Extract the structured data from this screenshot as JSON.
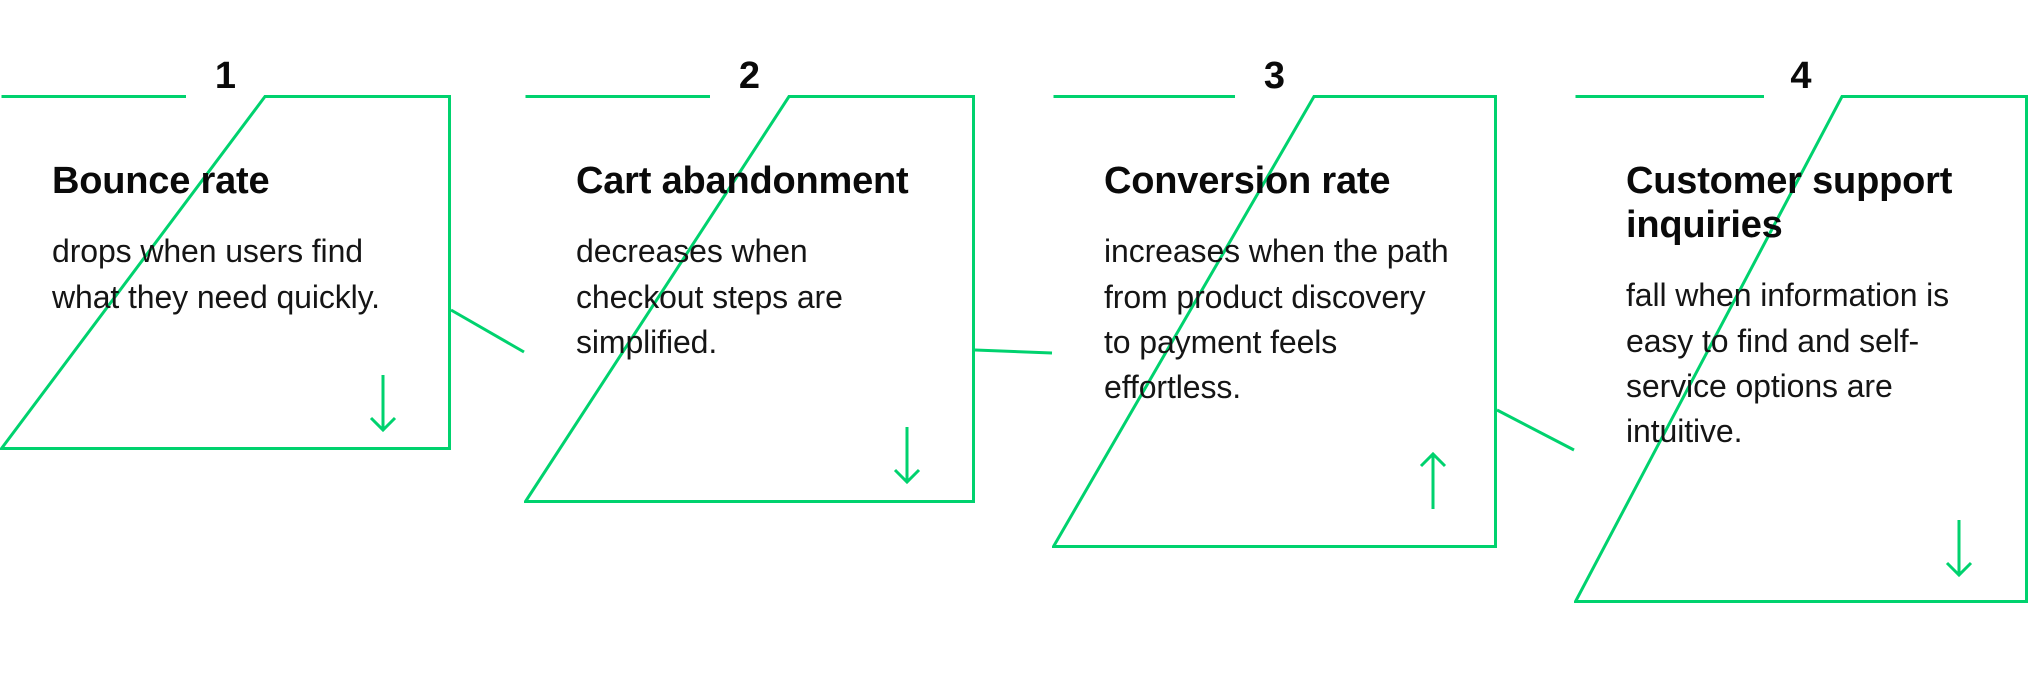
{
  "theme": {
    "accent": "#00D26E",
    "text": "#0a0a0a",
    "background": "#ffffff"
  },
  "diagram": {
    "type": "step-flow",
    "step_count": 4,
    "steps": [
      {
        "number": "1",
        "title": "Bounce rate",
        "description": "drops when users find what they need quickly.",
        "trend": "down",
        "trend_icon": "arrow-down-icon"
      },
      {
        "number": "2",
        "title": "Cart abandonment",
        "description": "decreases when checkout steps are simplified.",
        "trend": "down",
        "trend_icon": "arrow-down-icon"
      },
      {
        "number": "3",
        "title": "Conversion rate",
        "description": "increases when the path from product discovery to payment feels effortless.",
        "trend": "up",
        "trend_icon": "arrow-up-icon"
      },
      {
        "number": "4",
        "title": "Customer support inquiries",
        "description": "fall when information is easy to find and self-service options are intuitive.",
        "trend": "down",
        "trend_icon": "arrow-down-icon"
      }
    ]
  }
}
